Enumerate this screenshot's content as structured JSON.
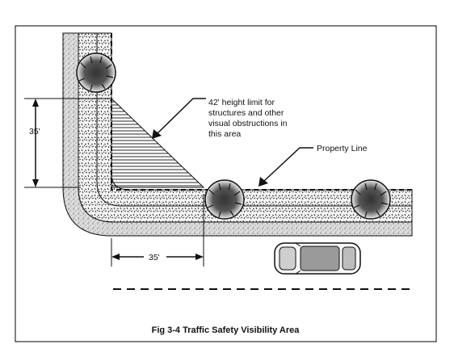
{
  "annotations": {
    "height_limit_line1": "42' height limit for",
    "height_limit_line2": "structures and other",
    "height_limit_line3": "visual obstructions in",
    "height_limit_line4": "this area",
    "property_line": "Property Line",
    "vertical_dimension": "35'",
    "horizontal_dimension": "35'"
  },
  "caption": "Fig 3-4  Traffic Safety Visibility Area"
}
